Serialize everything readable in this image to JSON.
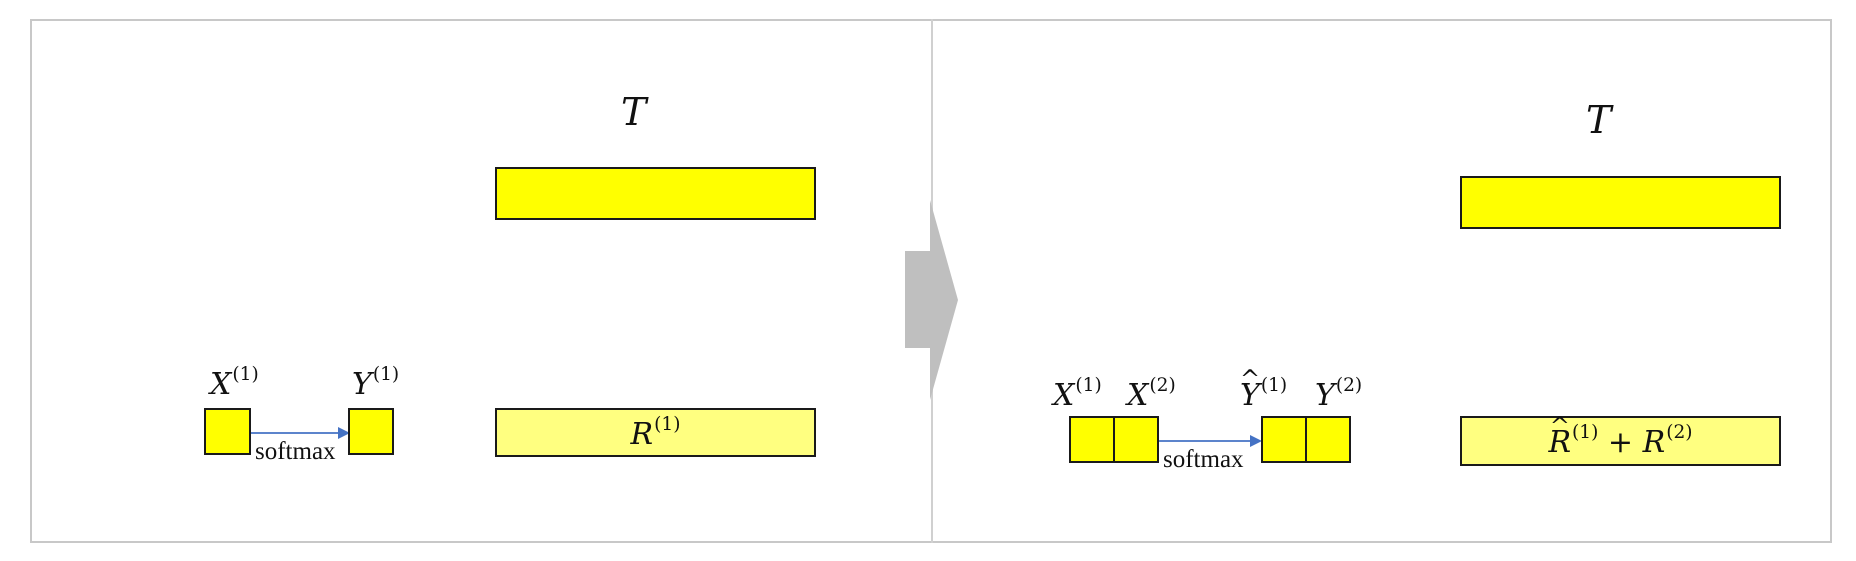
{
  "left_panel": {
    "t_label": "T",
    "x_label": {
      "base": "X",
      "sup": "(1)"
    },
    "y_label": {
      "base": "Y",
      "sup": "(1)"
    },
    "arrow_label": "softmax",
    "r_label": {
      "base": "R",
      "sup": "(1)"
    }
  },
  "right_panel": {
    "t_label": "T",
    "x1_label": {
      "base": "X",
      "sup": "(1)"
    },
    "x2_label": {
      "base": "X",
      "sup": "(2)"
    },
    "yhat_label": {
      "hat": "^",
      "base": "Y",
      "sup": "(1)"
    },
    "y2_label": {
      "base": "Y",
      "sup": "(2)"
    },
    "arrow_label": "softmax",
    "r_label": {
      "hat": "^",
      "base1": "R",
      "sup1": "(1)",
      "op": " + ",
      "base2": "R",
      "sup2": "(2)"
    }
  },
  "colors": {
    "bright_yellow": "#ffff00",
    "pale_yellow": "#ffff80",
    "arrow_blue": "#4472c4",
    "transition_gray": "#bfbfbf",
    "border_gray": "#c8c8c8"
  },
  "icons": {
    "transition": "chevron-right-arrow-icon"
  }
}
